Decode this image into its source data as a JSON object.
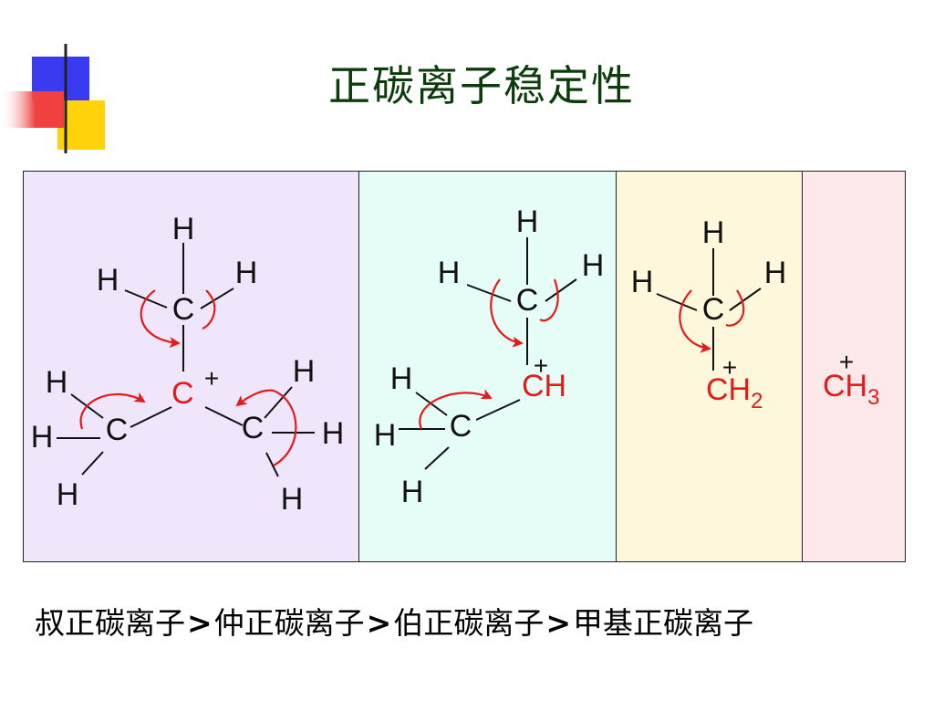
{
  "slide": {
    "title": "正碳离子稳定性",
    "colors": {
      "title": "#0b3d0b",
      "cation": "#e21b1b",
      "arrow": "#e21b1b",
      "panel_tertiary": "#f0e6fb",
      "panel_secondary": "#e6fcf6",
      "panel_primary": "#fdf7dc",
      "panel_methyl": "#fde9ea",
      "deco_blue": "#3a3af0",
      "deco_yellow": "#ffd20a",
      "deco_red": "#f04040"
    }
  },
  "atoms": {
    "carbon": "C",
    "hydrogen": "H",
    "plus": "+"
  },
  "panels": [
    {
      "id": "tertiary",
      "center_label": "C"
    },
    {
      "id": "secondary",
      "center_label": "CH"
    },
    {
      "id": "primary",
      "center_label": "CH",
      "subscript": "2"
    },
    {
      "id": "methyl",
      "center_label": "CH",
      "subscript": "3"
    }
  ],
  "conclusion": {
    "items": [
      "叔正碳离子",
      "仲正碳离子",
      "伯正碳离子",
      "甲基正碳离子"
    ],
    "separator": ">"
  }
}
